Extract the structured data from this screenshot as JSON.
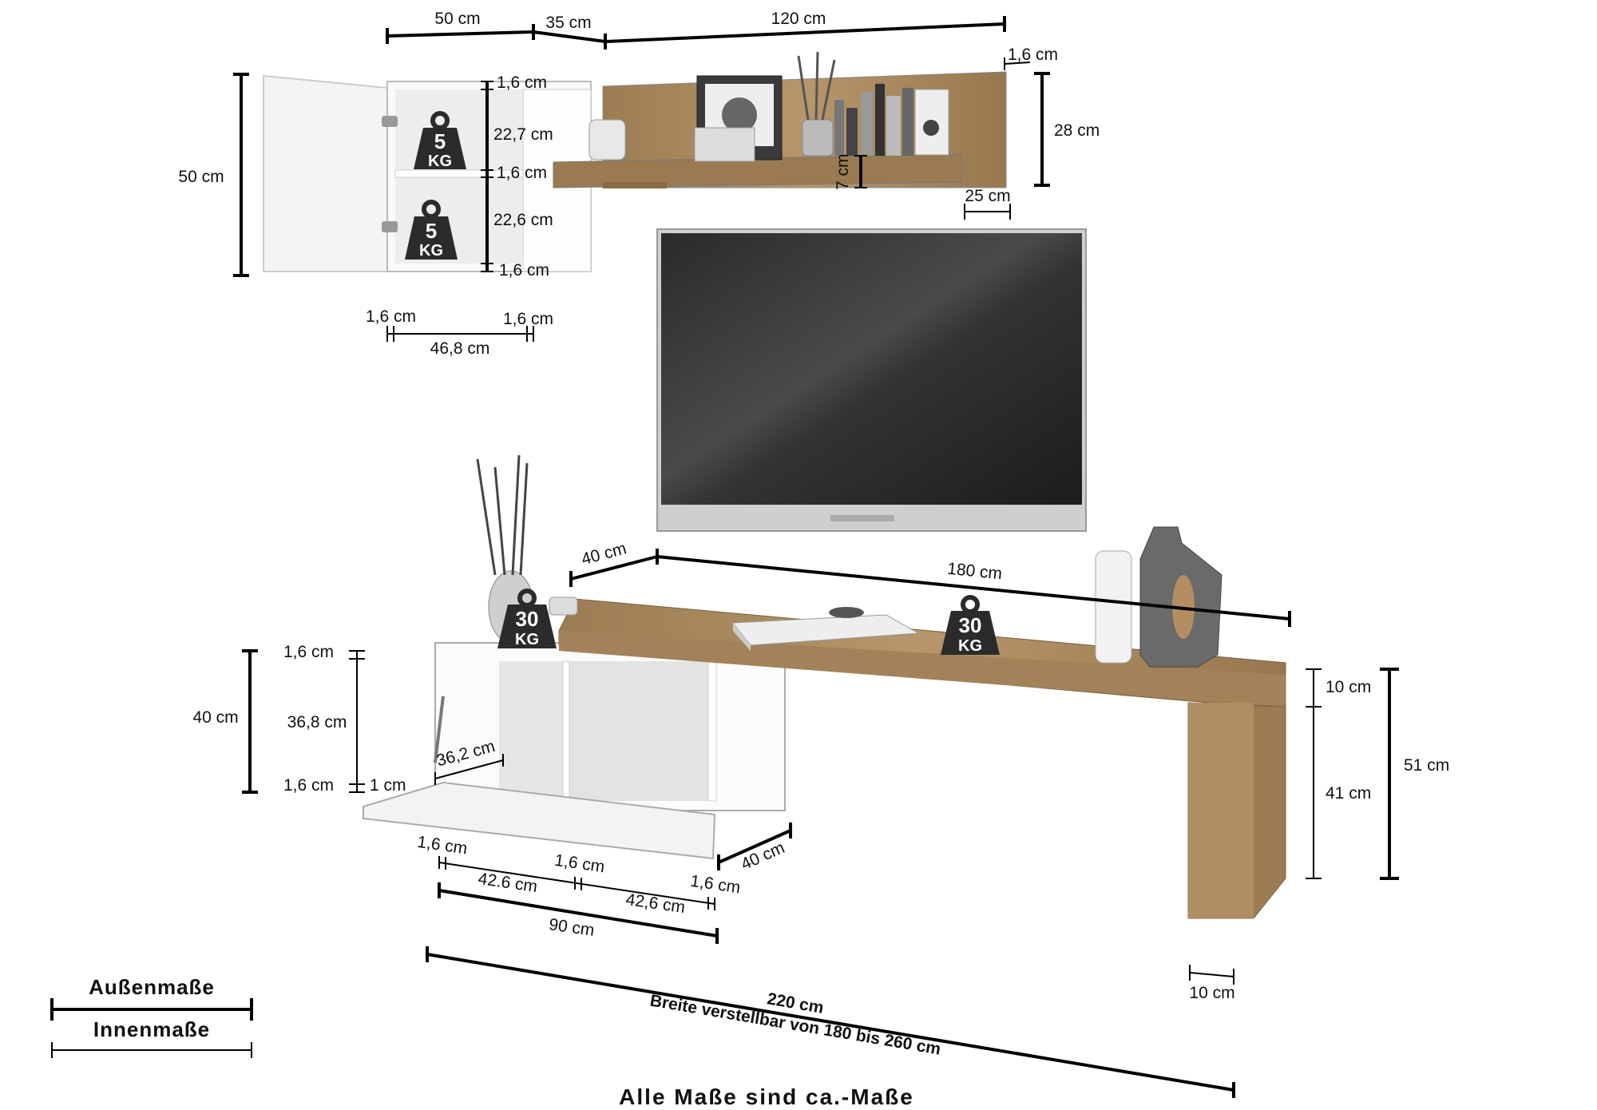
{
  "wall_unit": {
    "width_cabinet": "50 cm",
    "width_corner": "35 cm",
    "width_shelf": "120 cm",
    "height_cabinet": "50 cm",
    "board_top": "1,6 cm",
    "compartment_upper": "22,7 cm",
    "board_middle": "1,6 cm",
    "compartment_lower": "22,6 cm",
    "board_bottom": "1,6 cm",
    "side_left": "1,6 cm",
    "side_right": "1,6 cm",
    "inner_width": "46,8 cm",
    "load_upper_num": "5",
    "load_upper_unit": "KG",
    "load_lower_num": "5",
    "load_lower_unit": "KG",
    "shelf_back_thickness": "1,6 cm",
    "shelf_back_height": "28 cm",
    "shelf_board_height": "7 cm",
    "shelf_depth": "25 cm"
  },
  "tv_bench": {
    "depth_top": "40 cm",
    "length_top": "180 cm",
    "load_left_num": "30",
    "load_left_unit": "KG",
    "load_right_num": "30",
    "load_right_unit": "KG",
    "board_top": "1,6 cm",
    "height_box": "40 cm",
    "inner_height": "36,8 cm",
    "board_bottom": "1,6 cm",
    "flap_thickness": "1 cm",
    "flap_depth": "36,2 cm",
    "side_left": "1,6 cm",
    "divider": "1,6 cm",
    "side_right": "1,6 cm",
    "compartment_left": "42.6 cm",
    "compartment_right": "42,6 cm",
    "box_width": "90 cm",
    "box_depth": "40 cm",
    "top_thickness": "10 cm",
    "leg_height": "41 cm",
    "total_height": "51 cm",
    "leg_width": "10 cm",
    "total_width": "220 cm",
    "adjustable_note": "Breite verstellbar  von 180 bis 260 cm"
  },
  "legend": {
    "outer": "Außenmaße",
    "inner": "Innenmaße"
  },
  "footer": "Alle Maße sind ca.-Maße",
  "colors": {
    "wood": "#aa8a5e",
    "line": "#000000",
    "weight_icon": "#2b2b2b"
  }
}
